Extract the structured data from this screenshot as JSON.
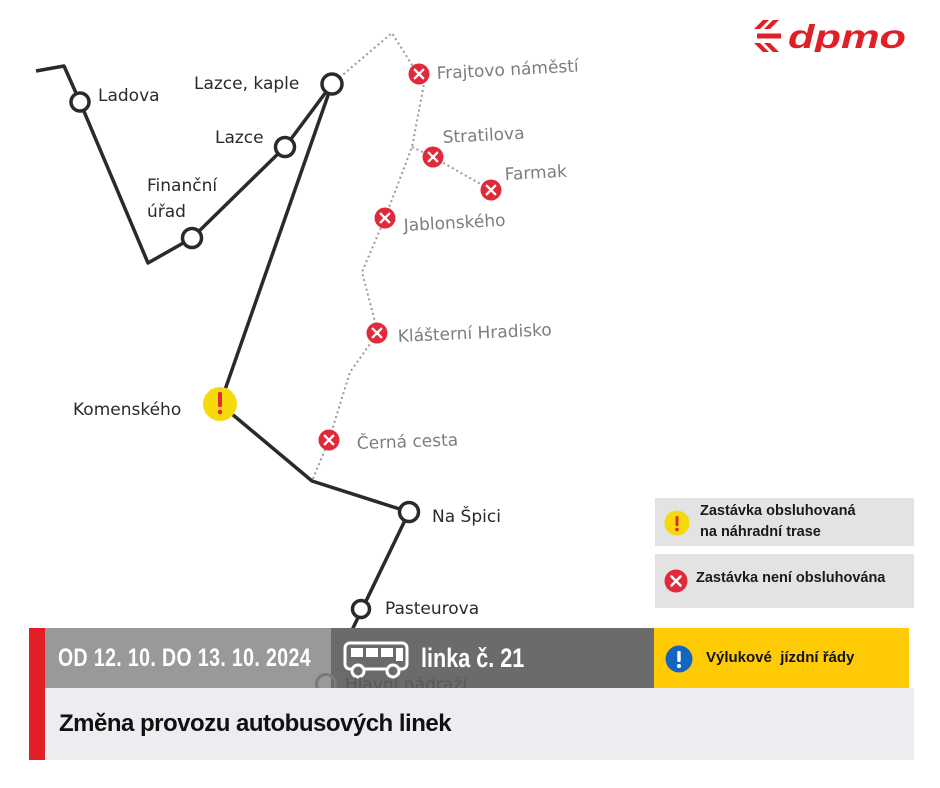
{
  "brand": {
    "logo_text": "dpmo",
    "color": "#e21e26"
  },
  "map": {
    "stops_active": [
      "Ladova",
      "Lazce, kaple",
      "Lazce",
      "Finanční",
      "úřad",
      "Na Špici",
      "Pasteurova",
      "Hlavní nádraží"
    ],
    "stop_replacement": "Komenského",
    "stops_closed": [
      "Frajtovo náměstí",
      "Stratilova",
      "Farmak",
      "Jablonského",
      "Klášterní Hradisko",
      "Černá cesta"
    ]
  },
  "legend": {
    "replacement_line1": "Zastávka obsluhovaná",
    "replacement_line2": "na náhradní trase",
    "closed": "Zastávka není obsluhována"
  },
  "footer": {
    "dates": "OD 12. 10. DO 13. 10. 2024",
    "line": "linka č. 21",
    "exception": "Výlukové  jízdní řády",
    "title": "Změna provozu autobusových linek"
  },
  "colors": {
    "route": "#2a2a2a",
    "closed_route": "#9a9a9a",
    "closed_stop": "#e02a3a",
    "replacement_stop": "#f5d90a",
    "date_bg": "#999999",
    "line_bg": "#6b6b6b",
    "exception_bg": "#ffcb05",
    "info_icon": "#1565c0"
  }
}
